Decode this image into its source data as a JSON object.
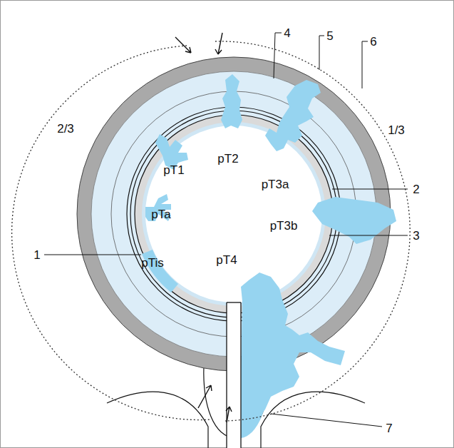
{
  "diagram": {
    "labels": [
      "4",
      "5",
      "6",
      "1/3",
      "2/3",
      "pT2",
      "pT1",
      "pT3a",
      "2",
      "pTa",
      "1",
      "pT3b",
      "3",
      "pTis",
      "pT4",
      "7"
    ]
  }
}
